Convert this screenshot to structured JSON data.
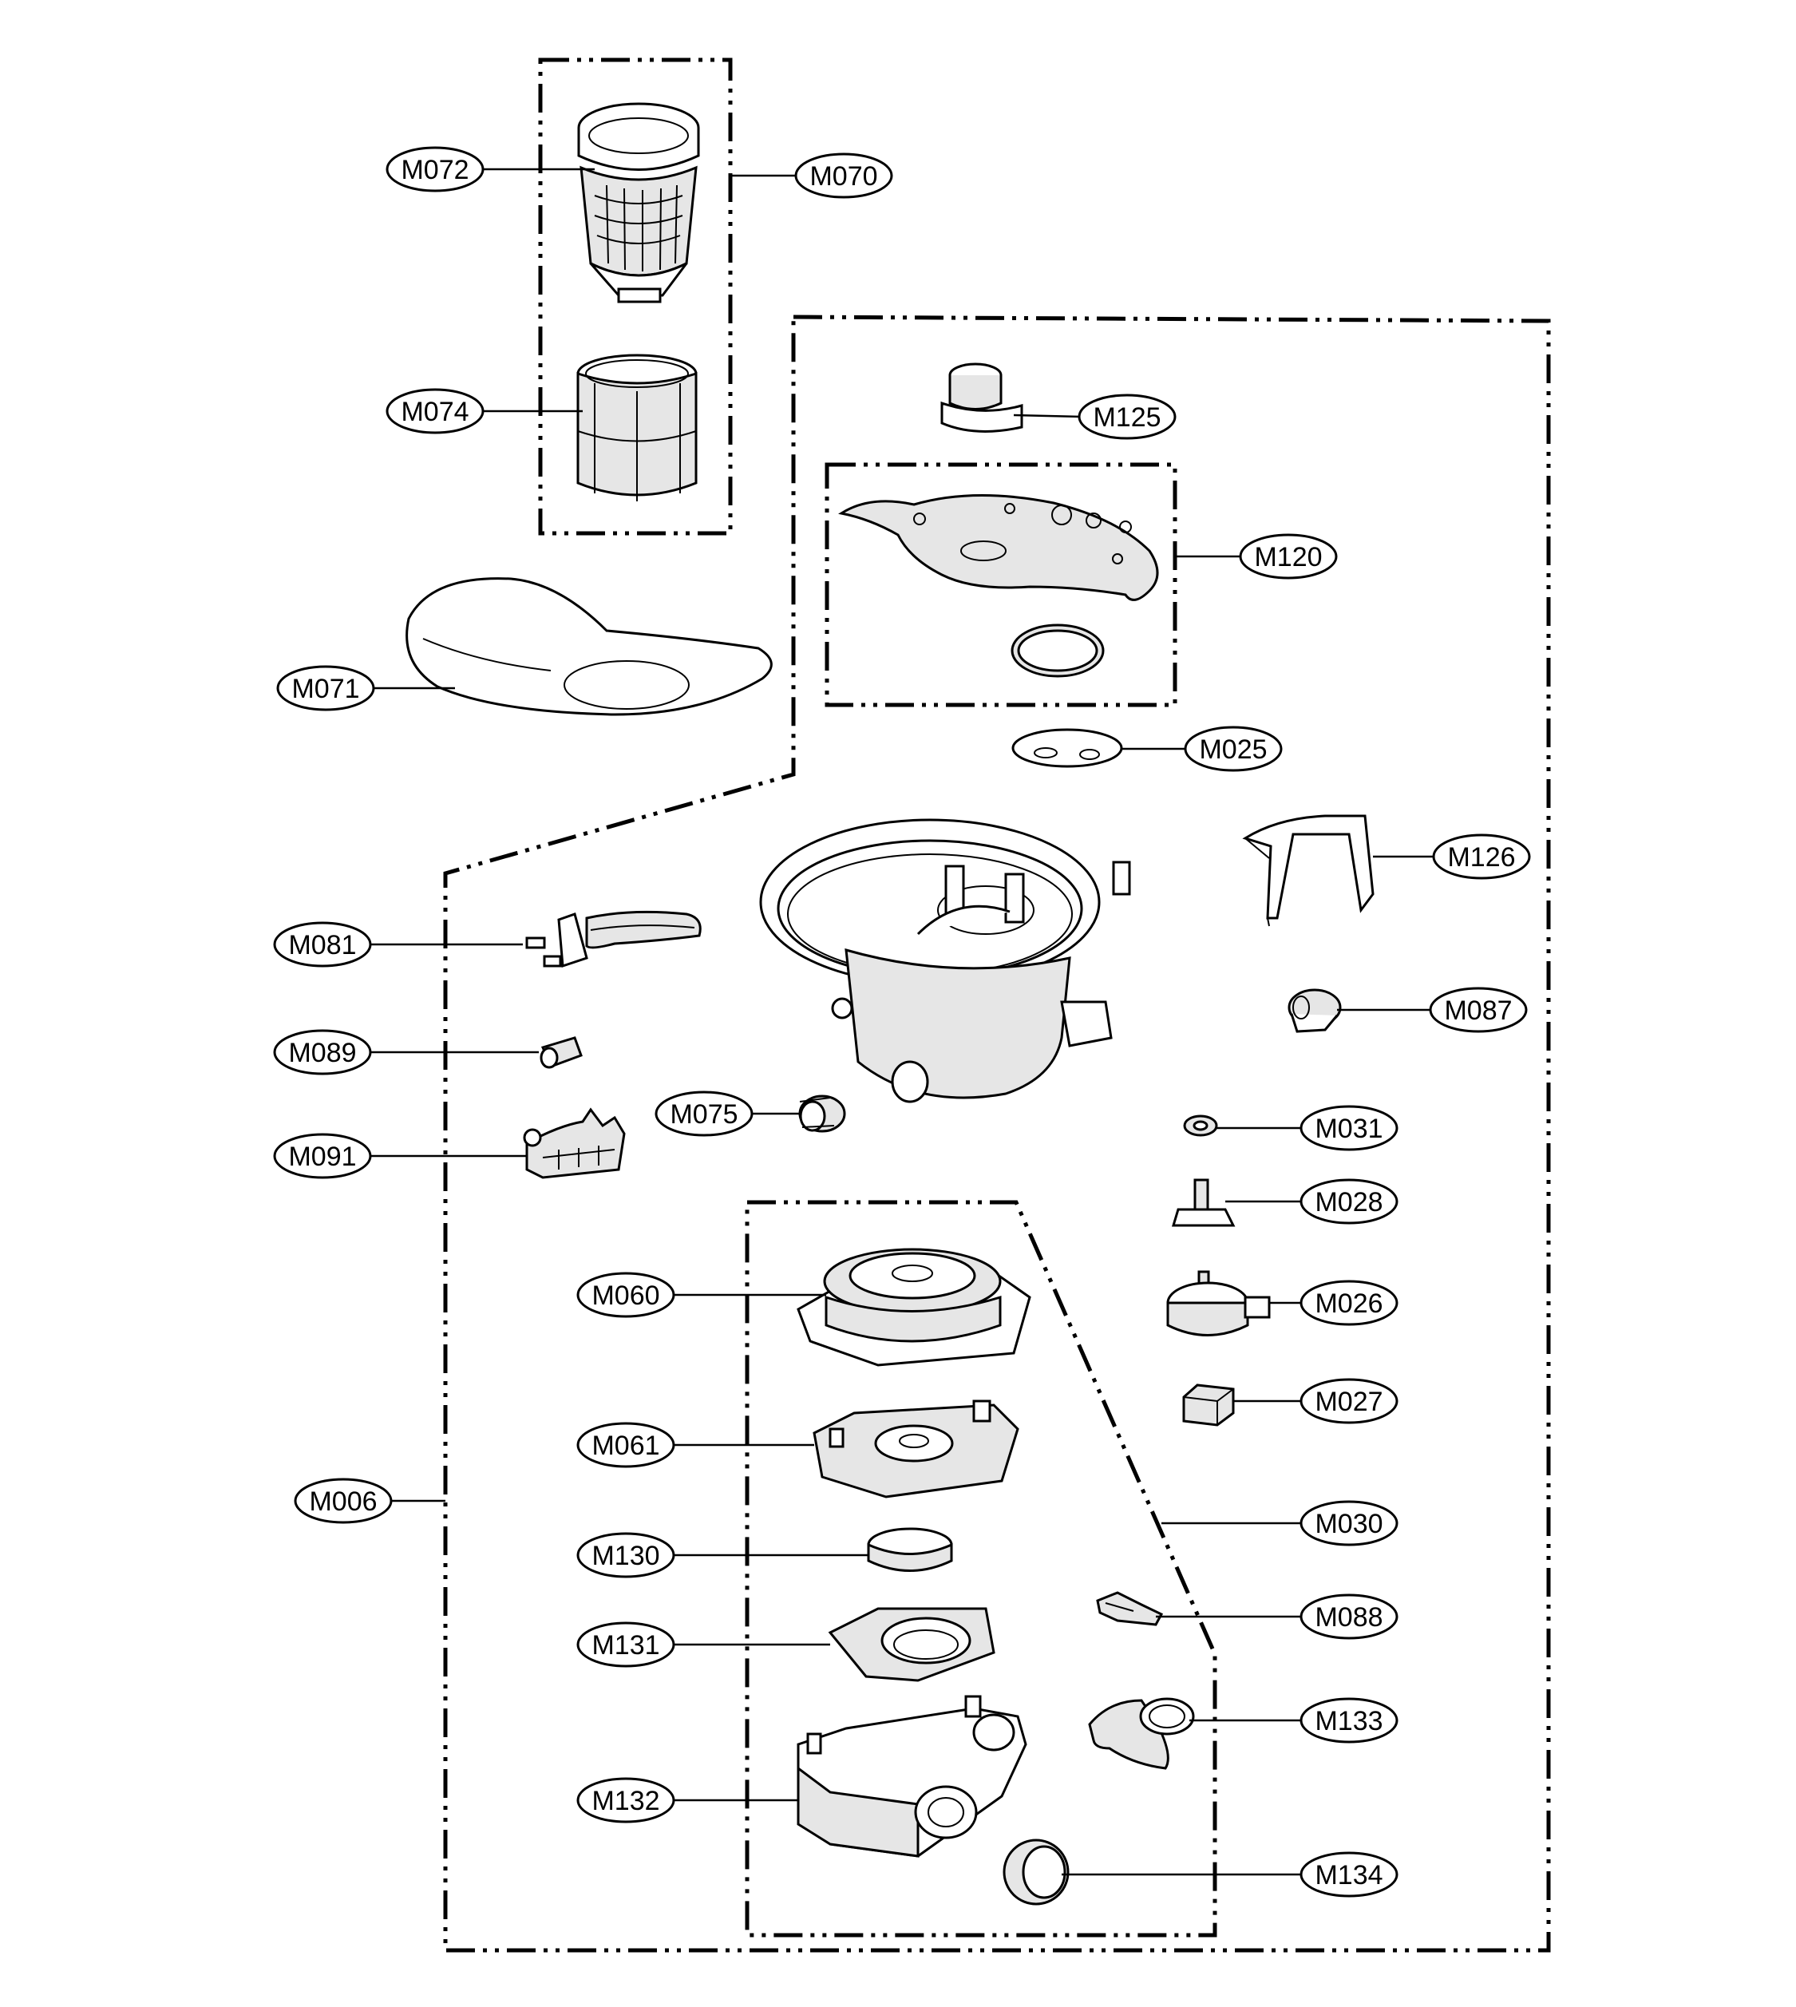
{
  "diagram": {
    "callouts": [
      {
        "id": "M072",
        "label": "M072"
      },
      {
        "id": "M070",
        "label": "M070"
      },
      {
        "id": "M074",
        "label": "M074"
      },
      {
        "id": "M071",
        "label": "M071"
      },
      {
        "id": "M125",
        "label": "M125"
      },
      {
        "id": "M120",
        "label": "M120"
      },
      {
        "id": "M025",
        "label": "M025"
      },
      {
        "id": "M126",
        "label": "M126"
      },
      {
        "id": "M081",
        "label": "M081"
      },
      {
        "id": "M087",
        "label": "M087"
      },
      {
        "id": "M089",
        "label": "M089"
      },
      {
        "id": "M075",
        "label": "M075"
      },
      {
        "id": "M031",
        "label": "M031"
      },
      {
        "id": "M091",
        "label": "M091"
      },
      {
        "id": "M028",
        "label": "M028"
      },
      {
        "id": "M060",
        "label": "M060"
      },
      {
        "id": "M026",
        "label": "M026"
      },
      {
        "id": "M027",
        "label": "M027"
      },
      {
        "id": "M061",
        "label": "M061"
      },
      {
        "id": "M006",
        "label": "M006"
      },
      {
        "id": "M030",
        "label": "M030"
      },
      {
        "id": "M130",
        "label": "M130"
      },
      {
        "id": "M088",
        "label": "M088"
      },
      {
        "id": "M131",
        "label": "M131"
      },
      {
        "id": "M133",
        "label": "M133"
      },
      {
        "id": "M132",
        "label": "M132"
      },
      {
        "id": "M134",
        "label": "M134"
      }
    ]
  }
}
